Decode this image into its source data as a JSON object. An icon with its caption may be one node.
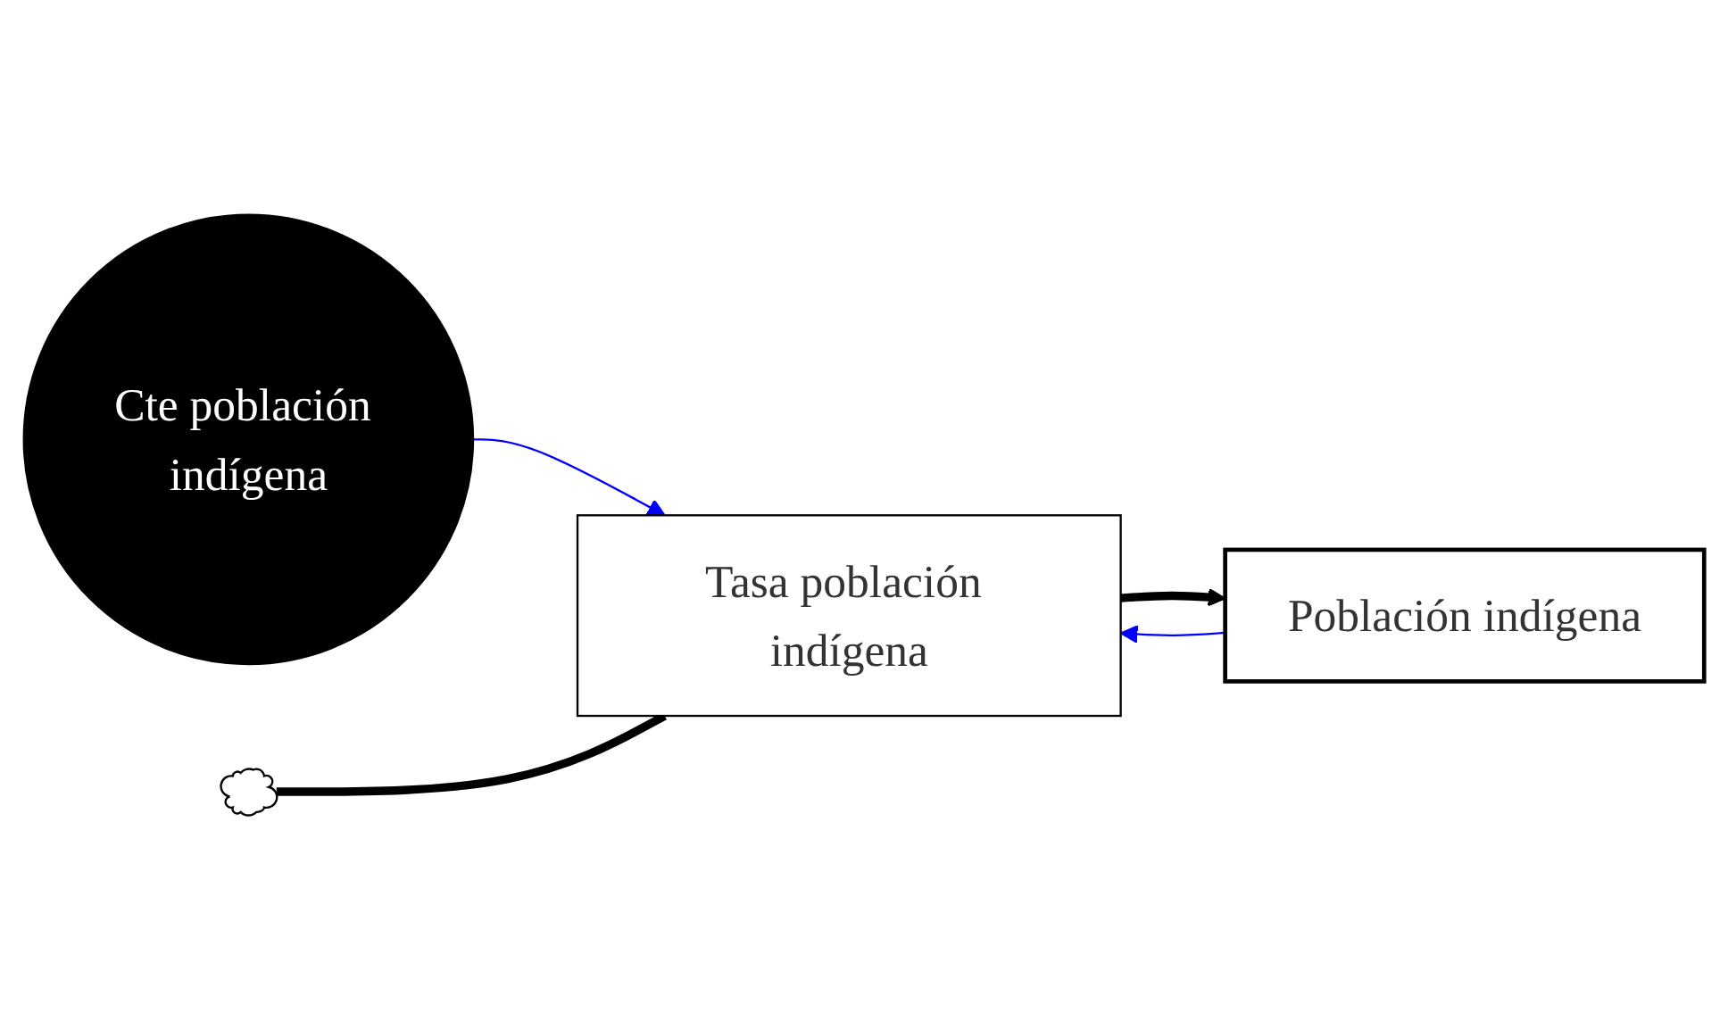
{
  "diagram": {
    "nodes": [
      {
        "text": [
          "Cte población indígena"
        ]
      },
      {
        "text": [],
        "shape": "cloud"
      },
      {
        "text": [
          "Tasa población indígena"
        ]
      },
      {
        "text": [
          "Población indígena"
        ]
      }
    ],
    "edges": [
      {
        "from": 0,
        "to": 2,
        "arrow": "to",
        "color": "#0000ff"
      },
      {
        "from": 3,
        "to": 2,
        "arrow": "to",
        "color": "#0000ff"
      },
      {
        "from": 1,
        "to": 2,
        "arrow": "none",
        "style": "thick",
        "color": "#000000"
      },
      {
        "from": 2,
        "to": 3,
        "arrow": "to",
        "style": "thick",
        "color": "#000000"
      }
    ]
  }
}
